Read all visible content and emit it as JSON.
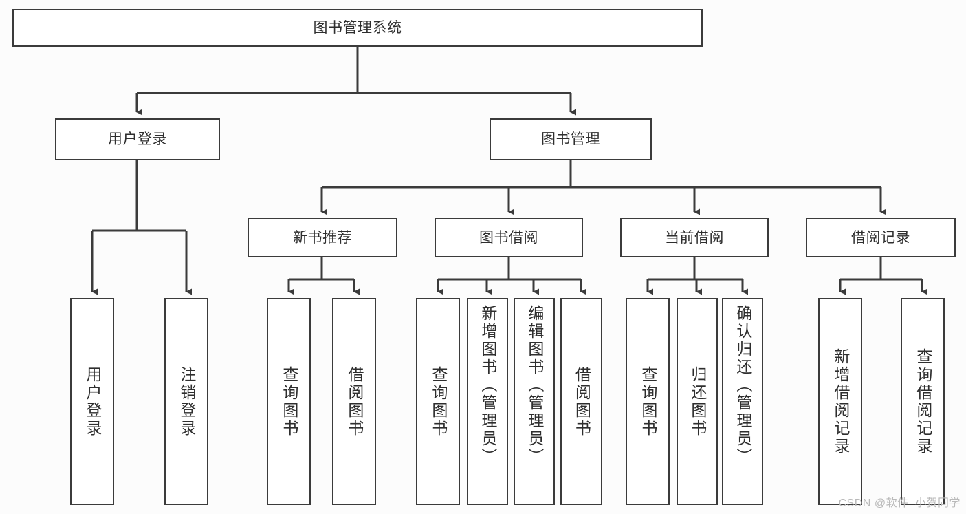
{
  "diagram": {
    "title": "图书管理系统",
    "type": "tree-hierarchy-diagram",
    "colors": {
      "background": "#fcfcfc",
      "box_fill": "#ffffff",
      "stroke": "#3b3b3b",
      "text": "#2e2e2e",
      "watermark": "#b9b9b9"
    },
    "root": {
      "label": "图书管理系统"
    },
    "level2": [
      {
        "label": "用户登录"
      },
      {
        "label": "图书管理"
      }
    ],
    "level3": [
      {
        "label": "新书推荐"
      },
      {
        "label": "图书借阅"
      },
      {
        "label": "当前借阅"
      },
      {
        "label": "借阅记录"
      }
    ],
    "leaves": {
      "user_login": [
        {
          "label": "用户登录"
        },
        {
          "label": "注销登录"
        }
      ],
      "new_book_recommend": [
        {
          "label": "查询图书"
        },
        {
          "label": "借阅图书"
        }
      ],
      "book_borrow": [
        {
          "label": "查询图书"
        },
        {
          "label": "新增图书（管理员）"
        },
        {
          "label": "编辑图书（管理员）"
        },
        {
          "label": "借阅图书"
        }
      ],
      "current_borrow": [
        {
          "label": "查询图书"
        },
        {
          "label": "归还图书"
        },
        {
          "label": "确认归还（管理员）"
        }
      ],
      "borrow_record": [
        {
          "label": "新增借阅记录"
        },
        {
          "label": "查询借阅记录"
        }
      ]
    }
  },
  "watermark": {
    "text": "CSDN @软件_小贺同学"
  }
}
